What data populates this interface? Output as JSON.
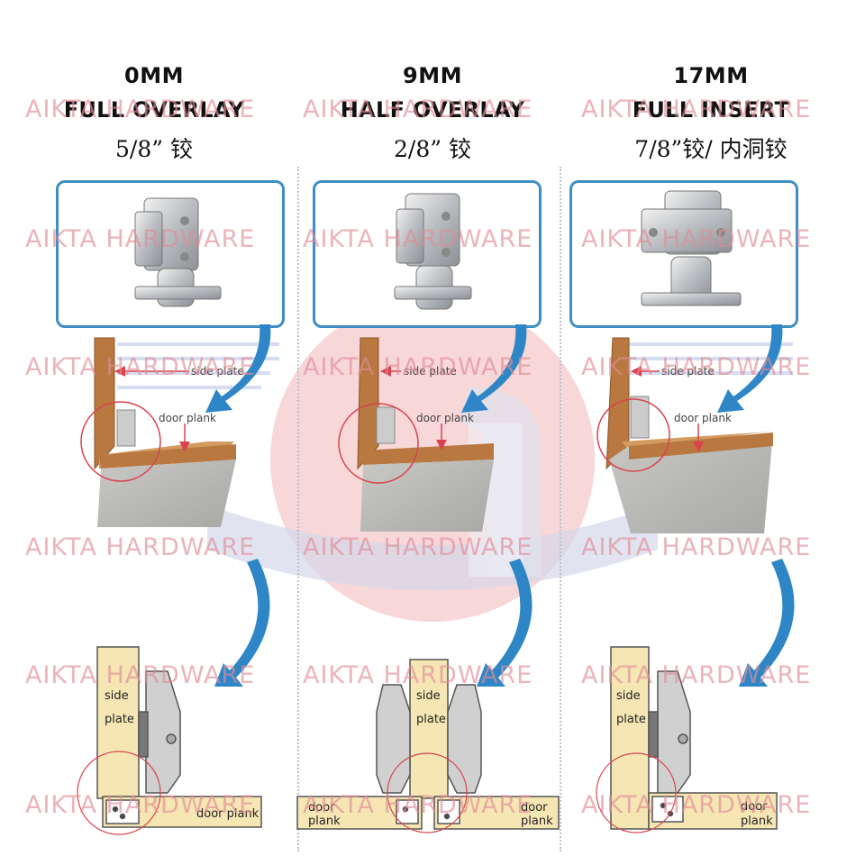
{
  "columns": [
    {
      "size": "0MM",
      "type": "FULL OVERLAY",
      "spec": "5/8”  铰",
      "side_label": "side plate",
      "door_label": "door plank",
      "diag_side": [
        "side",
        "plate"
      ],
      "diag_door": [
        "door plank"
      ]
    },
    {
      "size": "9MM",
      "type": "HALF OVERLAY",
      "spec": "2/8”  铰",
      "side_label": "side plate",
      "door_label": "door plank",
      "diag_side": [
        "side",
        "plate"
      ],
      "diag_door_left": [
        "door",
        "plank"
      ],
      "diag_door_right": [
        "door",
        "plank"
      ]
    },
    {
      "size": "17MM",
      "type": "FULL INSERT",
      "spec": "7/8”铰/  内洞铰",
      "side_label": "side plate",
      "door_label": "door plank",
      "diag_side": [
        "side",
        "plate"
      ],
      "diag_door": [
        "door",
        "plank"
      ]
    }
  ],
  "watermark": "AIKTA HARDWARE",
  "colors": {
    "frame": "#3e8ec4",
    "arrow": "#2f86c6",
    "wood": "#b87840",
    "plank": "#f5e6b4",
    "watermark": "#e08c96",
    "red_mark": "#d9434f"
  }
}
